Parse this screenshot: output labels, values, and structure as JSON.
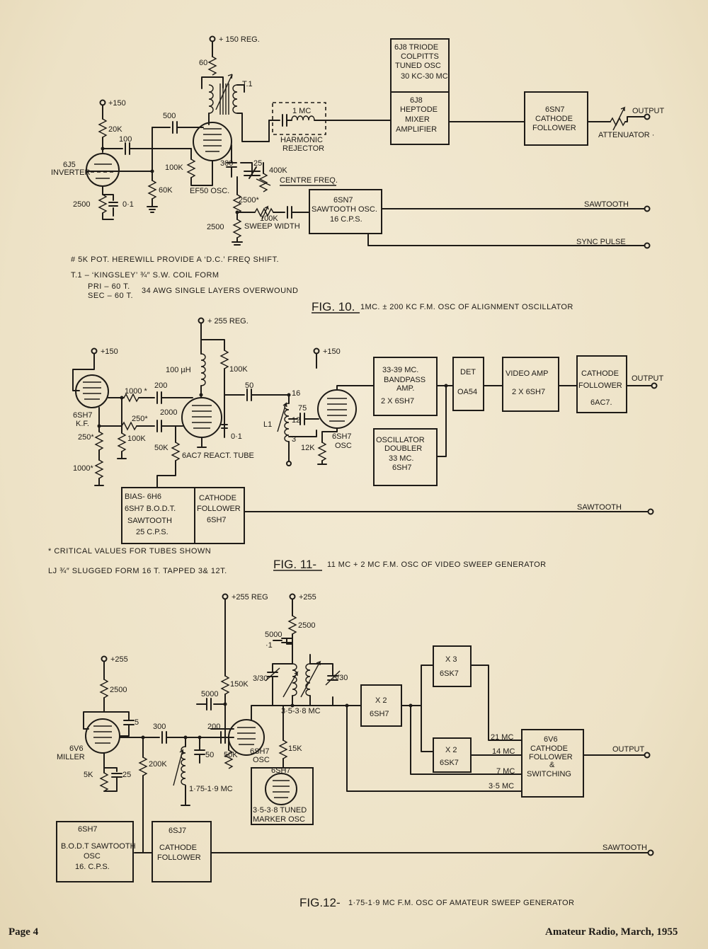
{
  "fig10": {
    "supply_150reg": "+ 150 REG.",
    "supply_150": "+150",
    "r_60": "60",
    "t1": "T.1",
    "c_500": "500",
    "c_100": "100",
    "r_20k": "20K",
    "tube_6j5": "6J5",
    "inverter": "INVERTER",
    "r_100k": "100K",
    "r_60k": "60K",
    "c_300": "300",
    "c_25": "25",
    "r_400k": "400K",
    "centre_freq": "CENTRE FREQ.",
    "ef50": "EF50 OSC.",
    "r_2500a": "2500",
    "c_01": "0·1",
    "r_2500b": "2500*",
    "r_2500c": "2500",
    "r_100k_pot": "100K",
    "sweep_width": "SWEEP WIDTH",
    "filter_1mc": "1 MC",
    "harmonic": "HARMONIC",
    "rejector": "REJECTOR",
    "box_6j8_triode": [
      "6J8 TRIODE",
      "COLPITTS",
      "TUNED OSC",
      "30 KC-30 MC"
    ],
    "box_6j8_heptode": [
      "6J8",
      "HEPTODE",
      "MIXER",
      "AMPLIFIER"
    ],
    "box_6sn7_cf": [
      "6SN7",
      "CATHODE",
      "FOLLOWER"
    ],
    "output": "OUTPUT",
    "attenuator": "ATTENUATOR ·",
    "box_6sn7_saw": [
      "6SN7",
      "SAWTOOTH OSC.",
      "16  C.P.S."
    ],
    "sawtooth": "SAWTOOTH",
    "sync_pulse": "SYNC  PULSE",
    "note1": "#  5K  POT.  HEREWILL  PROVIDE  A  ‘D.C.’  FREQ  SHIFT.",
    "note2": "T.1 – ‘KINGSLEY’  ¾″ S.W.  COIL  FORM",
    "note3a": "PRI –  60 T.",
    "note3b": "SEC –  60 T.",
    "note3c": "34 AWG   SINGLE  LAYERS  OVERWOUND",
    "caption_fig": "FIG. 10.",
    "caption_text": "1MC. ± 200 KC  F.M. OSC  OF  ALIGNMENT  OSCILLATOR"
  },
  "fig11": {
    "supply_255reg": "+ 255  REG.",
    "supply_150a": "+150",
    "supply_150b": "+150",
    "l_100uh": "100 µH",
    "r_100k_plate": "100K",
    "c_50": "50",
    "c_200": "200",
    "r_1000s": "1000 *",
    "c_2000": "2000",
    "r_250s": "250*",
    "r_250": "250*",
    "r_100k": "100K",
    "tube_6sh7": "6SH7",
    "kf": "K.F.",
    "r_1000": "1000*",
    "r_50k": "50K",
    "react_tube": "6AC7  REACT. TUBE",
    "c_01": "0·1",
    "tap_16": "16",
    "tap_12": "12",
    "tap_3": "3",
    "c_75": "75",
    "l1": "L1",
    "r_12k": "12K",
    "osc_tube": "6SH7",
    "osc": "OSC",
    "box_bandpass": [
      "33-39  MC.",
      "BANDPASS",
      "AMP.",
      "2 X  6SH7"
    ],
    "box_det": [
      "DET",
      "OA54"
    ],
    "box_video": [
      "VIDEO AMP",
      "2 X 6SH7"
    ],
    "box_cf": [
      "CATHODE",
      "FOLLOWER",
      "6AC7."
    ],
    "output": "OUTPUT",
    "box_osc_doubler": [
      "OSCILLATOR",
      "DOUBLER",
      "33  MC.",
      "6SH7"
    ],
    "box_bias": [
      "BIAS- 6H6",
      "6SH7  B.O.D.T.",
      "SAWTOOTH",
      "25  C.P.S."
    ],
    "box_cf2": [
      "CATHODE",
      "FOLLOWER",
      "6SH7"
    ],
    "sawtooth": "SAWTOOTH",
    "note1": "*  CRITICAL  VALUES  FOR  TUBES  SHOWN",
    "note2": "LJ  ¾″ SLUGGED  FORM   16 T.  TAPPED  3& 12T.",
    "caption_fig": "FIG. 11-",
    "caption_text": "11 MC + 2 MC  F.M.  OSC  OF  VIDEO  SWEEP  GENERATOR"
  },
  "fig12": {
    "supply_255reg": "+255  REG",
    "supply_255a": "+255",
    "supply_255b": "+255",
    "r_2500a": "2500",
    "r_2500b": "2500",
    "c_5000a": "5000",
    "c_1": "·1",
    "c_5000b": "5000",
    "r_150k": "150K",
    "c_330a": "3/30",
    "c_330b": "3/30",
    "freq_353": "3·5-3·8  MC",
    "c_5": "5",
    "c_300": "300",
    "c_200": "200",
    "tube_6v6": "6V6",
    "miller": "MILLER",
    "r_200k": "200K",
    "c_50": "50",
    "r_50k": "50K",
    "tube_6sh7": "6SH7",
    "osc": "OSC",
    "r_5k": "5K",
    "c_25": "25",
    "freq_175": "1·75-1·9  MC",
    "r_15k": "15K",
    "marker_tube": "6SH7",
    "marker_label": [
      "3·5-3·8 TUNED",
      "MARKER OSC"
    ],
    "box_x2a": [
      "X 2",
      "6SH7"
    ],
    "box_x3": [
      "X 3",
      "6SK7"
    ],
    "box_x2b": [
      "X 2",
      "6SK7"
    ],
    "box_6v6": [
      "6V6",
      "CATHODE",
      "FOLLOWER",
      "&",
      "SWITCHING"
    ],
    "mc_21": "21  MC",
    "mc_14": "14  MC",
    "mc_7": "7  MC",
    "mc_35": "3·5  MC",
    "output": "OUTPUT",
    "box_bodt": [
      "6SH7",
      "B.O.D.T SAWTOOTH",
      "OSC",
      "16.  C.P.S."
    ],
    "box_6sj7": [
      "6SJ7",
      "CATHODE",
      "FOLLOWER"
    ],
    "sawtooth": "SAWTOOTH",
    "caption_fig": "FIG.12-",
    "caption_text": "1·75-1·9 MC  F.M.  OSC  OF  AMATEUR  SWEEP  GENERATOR"
  },
  "footer": {
    "page": "Page 4",
    "journal": "Amateur Radio, March, 1955"
  }
}
